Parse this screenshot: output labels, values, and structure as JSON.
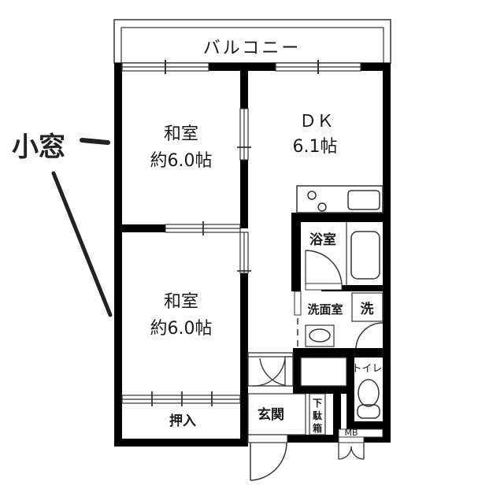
{
  "floorplan": {
    "balcony": {
      "label": "バルコニー"
    },
    "rooms": [
      {
        "id": "washitsu-top",
        "name": "和室",
        "size": "約6.0帖"
      },
      {
        "id": "washitsu-bottom",
        "name": "和室",
        "size": "約6.0帖"
      },
      {
        "id": "dk",
        "name": "ＤＫ",
        "size": "6.1帖"
      },
      {
        "id": "bathroom",
        "name": "浴室"
      },
      {
        "id": "washroom",
        "name": "洗面室"
      },
      {
        "id": "washer",
        "name": "洗"
      },
      {
        "id": "toilet",
        "name": "トイレ"
      },
      {
        "id": "entrance",
        "name": "玄関"
      },
      {
        "id": "shoe-box",
        "name": "下駄箱"
      },
      {
        "id": "closet",
        "name": "押入"
      },
      {
        "id": "meter-box",
        "name": "MB"
      }
    ]
  },
  "annotation": {
    "label": "小窓",
    "color": "#222222"
  },
  "colors": {
    "wall": "#000000",
    "line": "#333333",
    "background": "#ffffff"
  }
}
